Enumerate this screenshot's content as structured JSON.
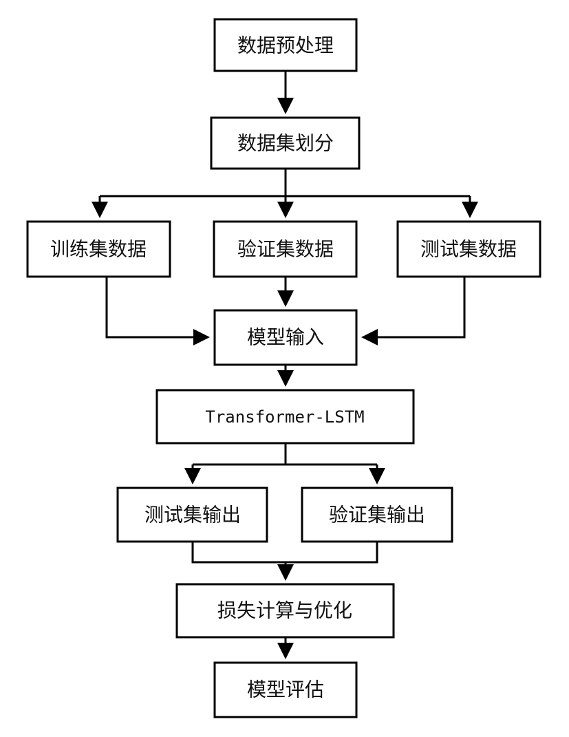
{
  "nodes": {
    "preprocess": "数据预处理",
    "split": "数据集划分",
    "train_data": "训练集数据",
    "val_data": "验证集数据",
    "test_data": "测试集数据",
    "model_input": "模型输入",
    "model": "Transformer-LSTM",
    "test_output": "测试集输出",
    "val_output": "验证集输出",
    "loss_opt": "损失计算与优化",
    "evaluation": "模型评估"
  },
  "colors": {
    "stroke": "#000000",
    "fill": "#ffffff",
    "text": "#111111"
  }
}
